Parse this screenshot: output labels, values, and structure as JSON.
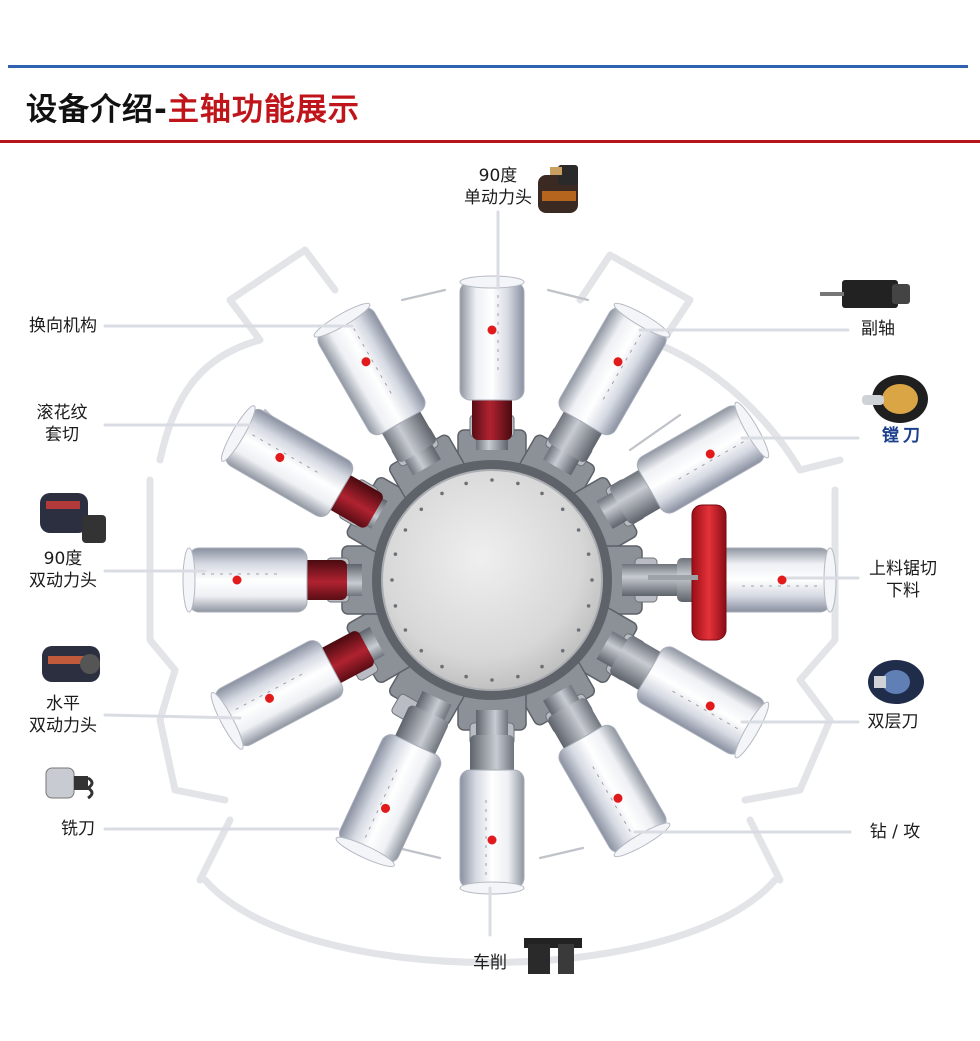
{
  "header": {
    "title_part1": "设备介绍-",
    "title_part2": "主轴功能展示"
  },
  "colors": {
    "top_rule": "#2e63b2",
    "red_rule": "#b5161c",
    "title_accent": "#c0141b",
    "indicator_dot": "#e11b1b",
    "boring_label": "#1b3f8c"
  },
  "labels": {
    "top_90_single": "90度\n单动力头",
    "reversing": "换向机构",
    "knurling": "滚花纹\n套切",
    "dual_90": "90度\n双动力头",
    "horizontal_dual": "水平\n双动力头",
    "milling": "铣刀",
    "turning": "车削",
    "sub_spindle": "副轴",
    "boring": "镗刀",
    "sawing": "上料锯切\n下料",
    "double_layer": "双层刀",
    "drilling_tapping": "钻 / 攻"
  }
}
